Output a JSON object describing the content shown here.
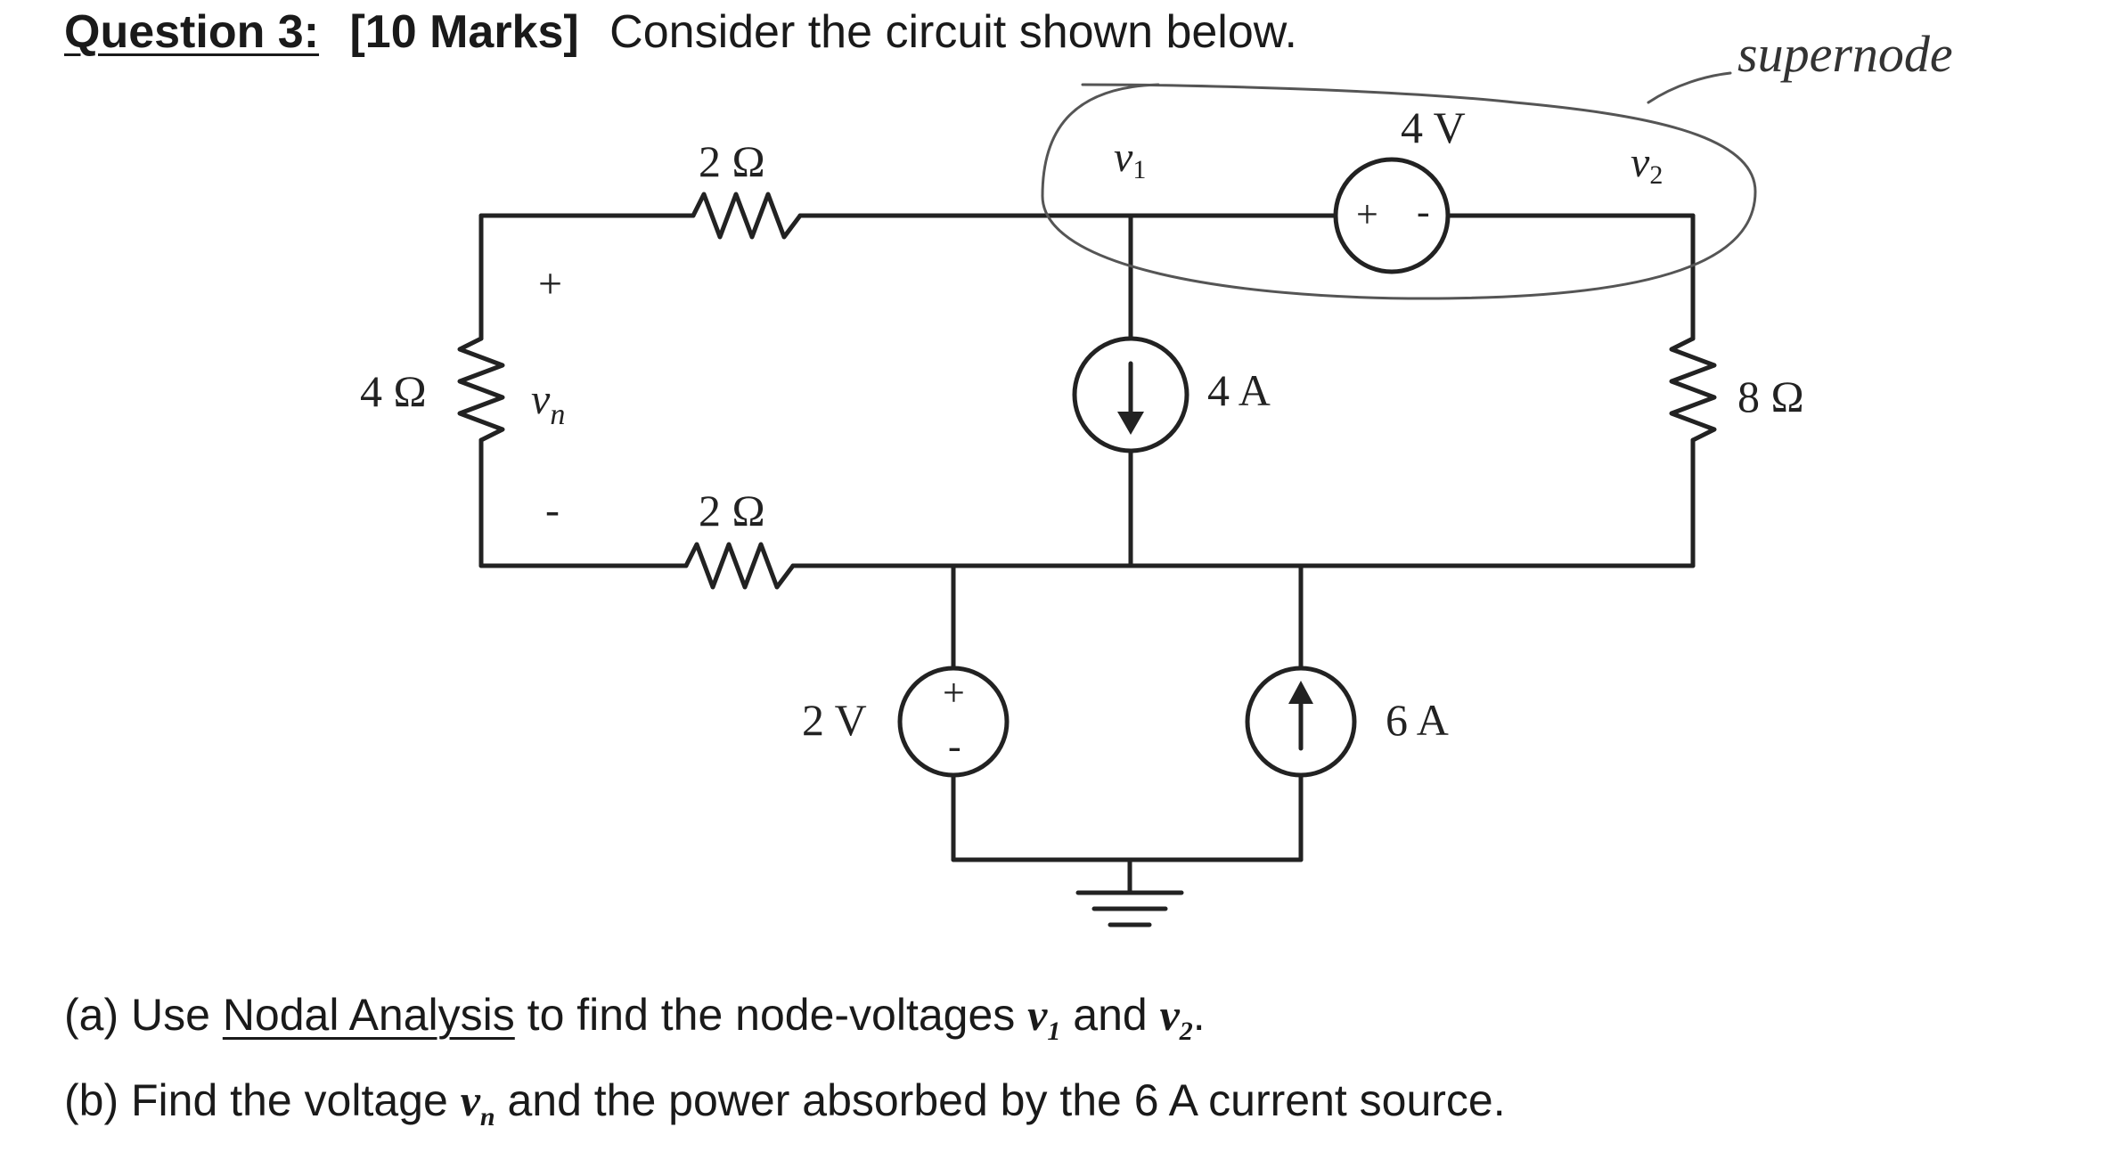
{
  "question": {
    "label": "Question 3:",
    "marks": "[10 Marks]",
    "prompt": "Consider the circuit shown below."
  },
  "circuit": {
    "components": {
      "r_top": "2 Ω",
      "r_bottom": "2 Ω",
      "r_left": "4 Ω",
      "r_right": "8 Ω",
      "vs_top": "4 V",
      "vs_bottom": "2 V",
      "is_middle": "4 A",
      "is_bottom": "6 A"
    },
    "nodes": {
      "v1": "v",
      "v1_sub": "1",
      "v2": "v",
      "v2_sub": "2"
    },
    "vn": {
      "symbol": "v",
      "sub": "n",
      "plus": "+",
      "minus": "-"
    },
    "polarity": {
      "plus": "+",
      "minus": "-"
    },
    "annotation": "supernode"
  },
  "parts": {
    "a": {
      "pre": "(a) Use ",
      "link": "Nodal Analysis",
      "mid": " to find the node-voltages ",
      "v": "v",
      "sub1": "1",
      "and": " and ",
      "sub2": "2",
      "end": "."
    },
    "b": {
      "pre": "(b) Find the voltage ",
      "v": "v",
      "sub": "n",
      "end": " and the power absorbed by the 6 A current source."
    }
  }
}
